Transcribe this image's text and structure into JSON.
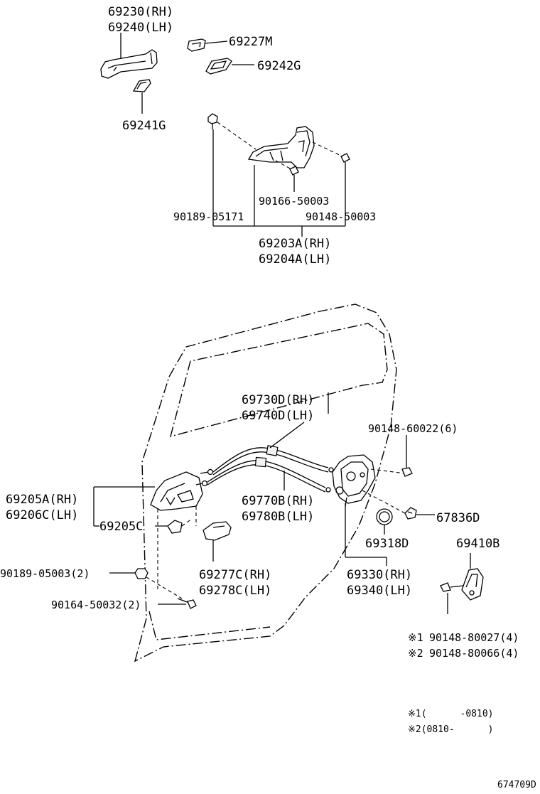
{
  "parts": {
    "p69230": "69230(RH)",
    "p69240": "69240(LH)",
    "p69227M": "69227M",
    "p69242G": "69242G",
    "p69241G": "69241G",
    "p90166": "90166-50003",
    "p90189a": "90189-05171",
    "p90148a": "90148-50003",
    "p69203A": "69203A(RH)",
    "p69204A": "69204A(LH)",
    "p69730D": "69730D(RH)",
    "p69740D": "69740D(LH)",
    "p90148b": "90148-60022(6)",
    "p69205A": "69205A(RH)",
    "p69206C": "69206C(LH)",
    "p69770B": "69770B(RH)",
    "p69780B": "69780B(LH)",
    "p67836D": "67836D",
    "p69205C": "69205C",
    "p69318D": "69318D",
    "p69410B": "69410B",
    "p90189b": "90189-05003(2)",
    "p69277C": "69277C(RH)",
    "p69278C": "69278C(LH)",
    "p69330": "69330(RH)",
    "p69340": "69340(LH)",
    "p90164": "90164-50032(2)",
    "p90148c": "90148-80027(4)",
    "p90148d": "90148-80066(4)"
  },
  "notes": {
    "mark1": "※1",
    "mark2": "※2",
    "note1": "※1(      -0810)",
    "note2": "※2(0810-      )"
  },
  "figure_id": "674709D"
}
